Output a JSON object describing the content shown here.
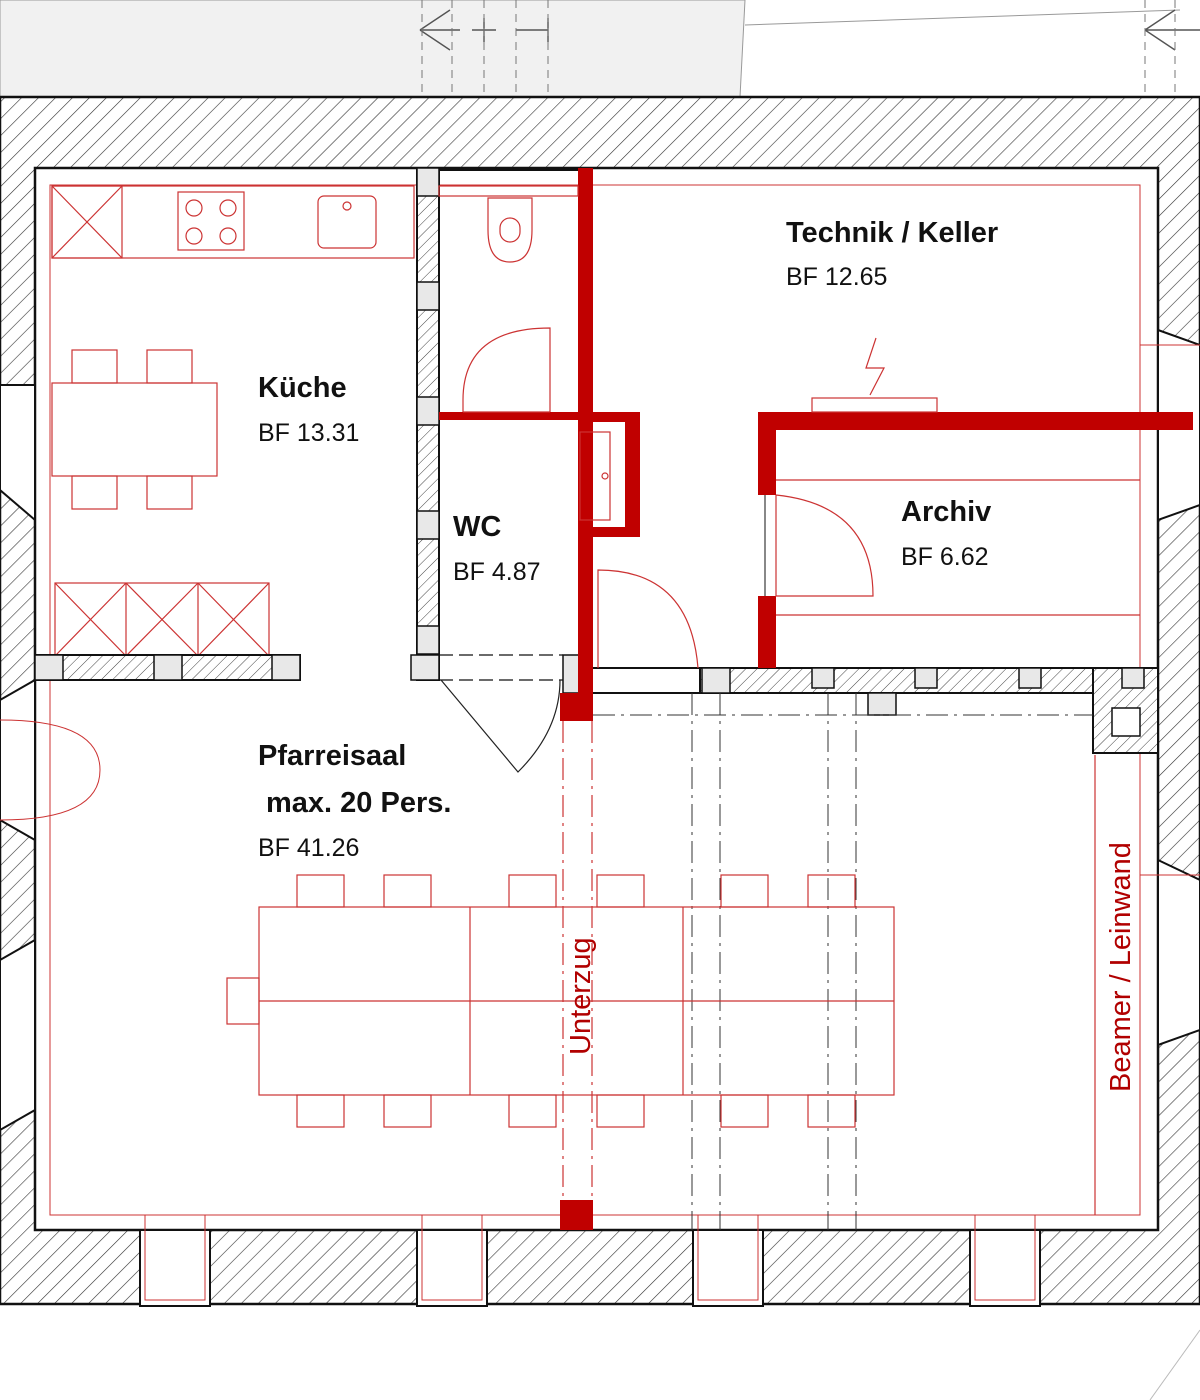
{
  "rooms": {
    "kitchen": {
      "name": "Küche",
      "area": "BF 13.31"
    },
    "tech": {
      "name": "Technik / Keller",
      "area": "BF 12.65"
    },
    "wc": {
      "name": "WC",
      "area": "BF 4.87"
    },
    "archive": {
      "name": "Archiv",
      "area": "BF 6.62"
    },
    "hall": {
      "name": "Pfarreisaal",
      "capacity": "max. 20 Pers.",
      "area": "BF 41.26"
    }
  },
  "annotations": {
    "beam": "Unterzug",
    "screen": "Beamer / Leinwand"
  },
  "colors": {
    "existing_wall": "#111111",
    "new_construction": "#c00000",
    "furniture_line": "#cc3333"
  }
}
